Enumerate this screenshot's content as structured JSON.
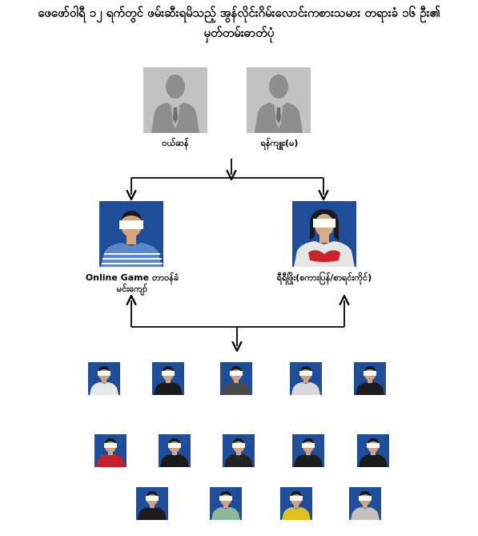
{
  "title": {
    "line1": "ဖေဖော်ဝါရီ ၁၂ ရက်တွင် ဖမ်းဆီးရမိသည့် အွန်လိုင်းဂိမ်းလောင်းကစားသမား တရားခံ ၁၆ ဦး၏",
    "line2": "မှတ်တမ်းဓာတ်ပုံ"
  },
  "top_people": [
    {
      "name": "ဝယ်ဆန်"
    },
    {
      "name": "ရန်ကျူး(မ)"
    }
  ],
  "mid_people": [
    {
      "name_line1": "Online Game တာဝန်ခံ",
      "name_line2": "မင်းကျော်"
    },
    {
      "name_line1": "ရီရီဖြိုး(စကားပြန်/စာရင်းကိုင်)",
      "name_line2": ""
    }
  ],
  "colors": {
    "photo_background": "#1e4e9a",
    "placeholder_background": "#c2c2c2",
    "face_blur": "#ffffff"
  },
  "shirt_colors": [
    "#e8e8e8",
    "#1a1a1a",
    "#4a4a4a",
    "#d8d8d8",
    "#1c1c1c",
    "#c8202a",
    "#1a1a1a",
    "#222222",
    "#1c1c1c",
    "#1a1a1a",
    "#1c1c1c",
    "#8fb89a",
    "#e0c020",
    "#c8c0b8"
  ]
}
